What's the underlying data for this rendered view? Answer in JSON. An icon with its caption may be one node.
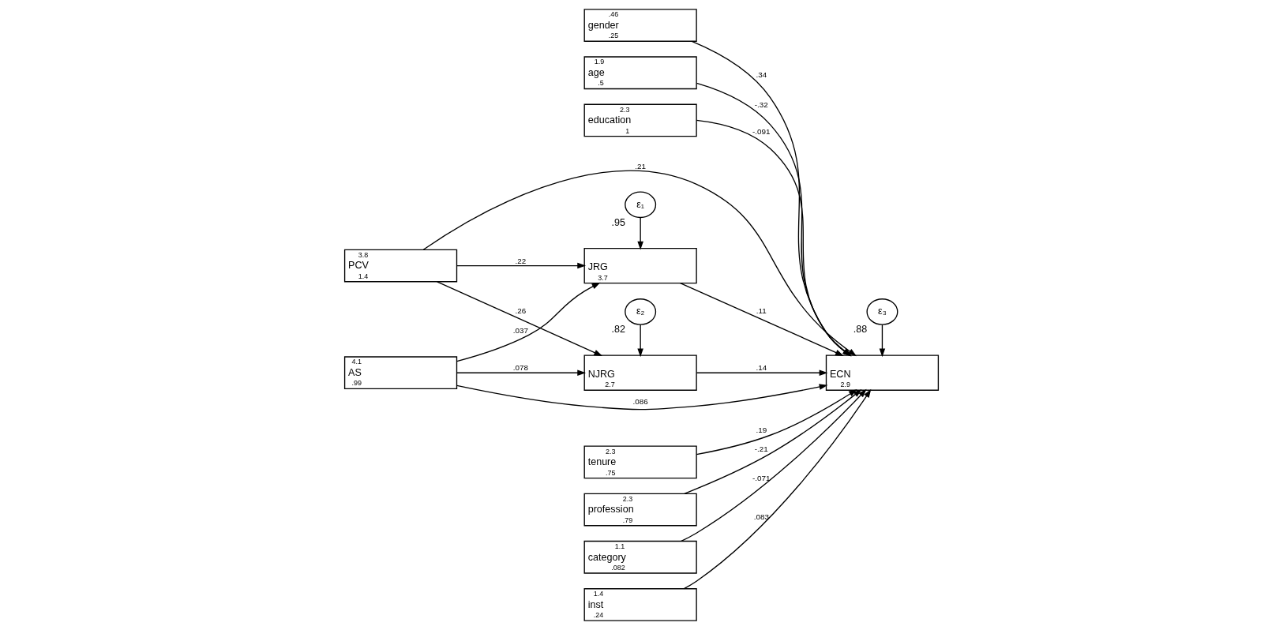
{
  "diagram": {
    "nodes": [
      {
        "text": [
          ".46",
          "gender",
          ".25"
        ]
      },
      {
        "text": [
          "1.9",
          "age",
          ".5"
        ]
      },
      {
        "text": [
          "2.3",
          "education",
          "1"
        ]
      },
      {
        "text": [
          "3.8",
          "PCV",
          "1.4"
        ]
      },
      {
        "text": [
          "JRG",
          "3.7"
        ]
      },
      {
        "text": [
          "ε₁"
        ],
        "beside": [
          ".95"
        ]
      },
      {
        "text": [
          "ECN",
          "2.9"
        ]
      },
      {
        "text": [
          "ε₃"
        ],
        "beside": [
          ".88"
        ]
      },
      {
        "text": [
          "4.1",
          "AS",
          ".99"
        ]
      },
      {
        "text": [
          "NJRG",
          "2.7"
        ]
      },
      {
        "text": [
          "ε₂"
        ],
        "beside": [
          ".82"
        ]
      },
      {
        "text": [
          "2.3",
          "tenure",
          ".75"
        ]
      },
      {
        "text": [
          "2.3",
          "profession",
          ".79"
        ]
      },
      {
        "text": [
          "1.1",
          "category",
          ".082"
        ]
      },
      {
        "text": [
          "1.4",
          "inst",
          ".24"
        ]
      }
    ],
    "edges": [
      {
        "from": 3,
        "to": 4,
        "arrow": "to",
        "label": ".22"
      },
      {
        "from": 3,
        "to": 6,
        "arrow": "to",
        "label": ".21"
      },
      {
        "from": 3,
        "to": 9,
        "arrow": "to",
        "label": ".26"
      },
      {
        "from": 8,
        "to": 4,
        "arrow": "to",
        "label": ".037"
      },
      {
        "from": 8,
        "to": 6,
        "arrow": "to",
        "label": ".086"
      },
      {
        "from": 8,
        "to": 9,
        "arrow": "to",
        "label": ".078"
      },
      {
        "from": 5,
        "to": 4,
        "arrow": "to"
      },
      {
        "from": 10,
        "to": 9,
        "arrow": "to"
      },
      {
        "from": 7,
        "to": 6,
        "arrow": "to"
      },
      {
        "from": 4,
        "to": 6,
        "arrow": "to",
        "label": ".11"
      },
      {
        "from": 9,
        "to": 6,
        "arrow": "to",
        "label": ".14"
      },
      {
        "from": 0,
        "to": 6,
        "arrow": "to",
        "label": ".34"
      },
      {
        "from": 1,
        "to": 6,
        "arrow": "to",
        "label": "-.32"
      },
      {
        "from": 2,
        "to": 6,
        "arrow": "to",
        "label": "-.091"
      },
      {
        "from": 11,
        "to": 6,
        "arrow": "to",
        "label": ".19"
      },
      {
        "from": 12,
        "to": 6,
        "arrow": "to",
        "label": "-.21"
      },
      {
        "from": 13,
        "to": 6,
        "arrow": "to",
        "label": "-.071"
      },
      {
        "from": 14,
        "to": 6,
        "arrow": "to",
        "label": ".083"
      }
    ]
  }
}
